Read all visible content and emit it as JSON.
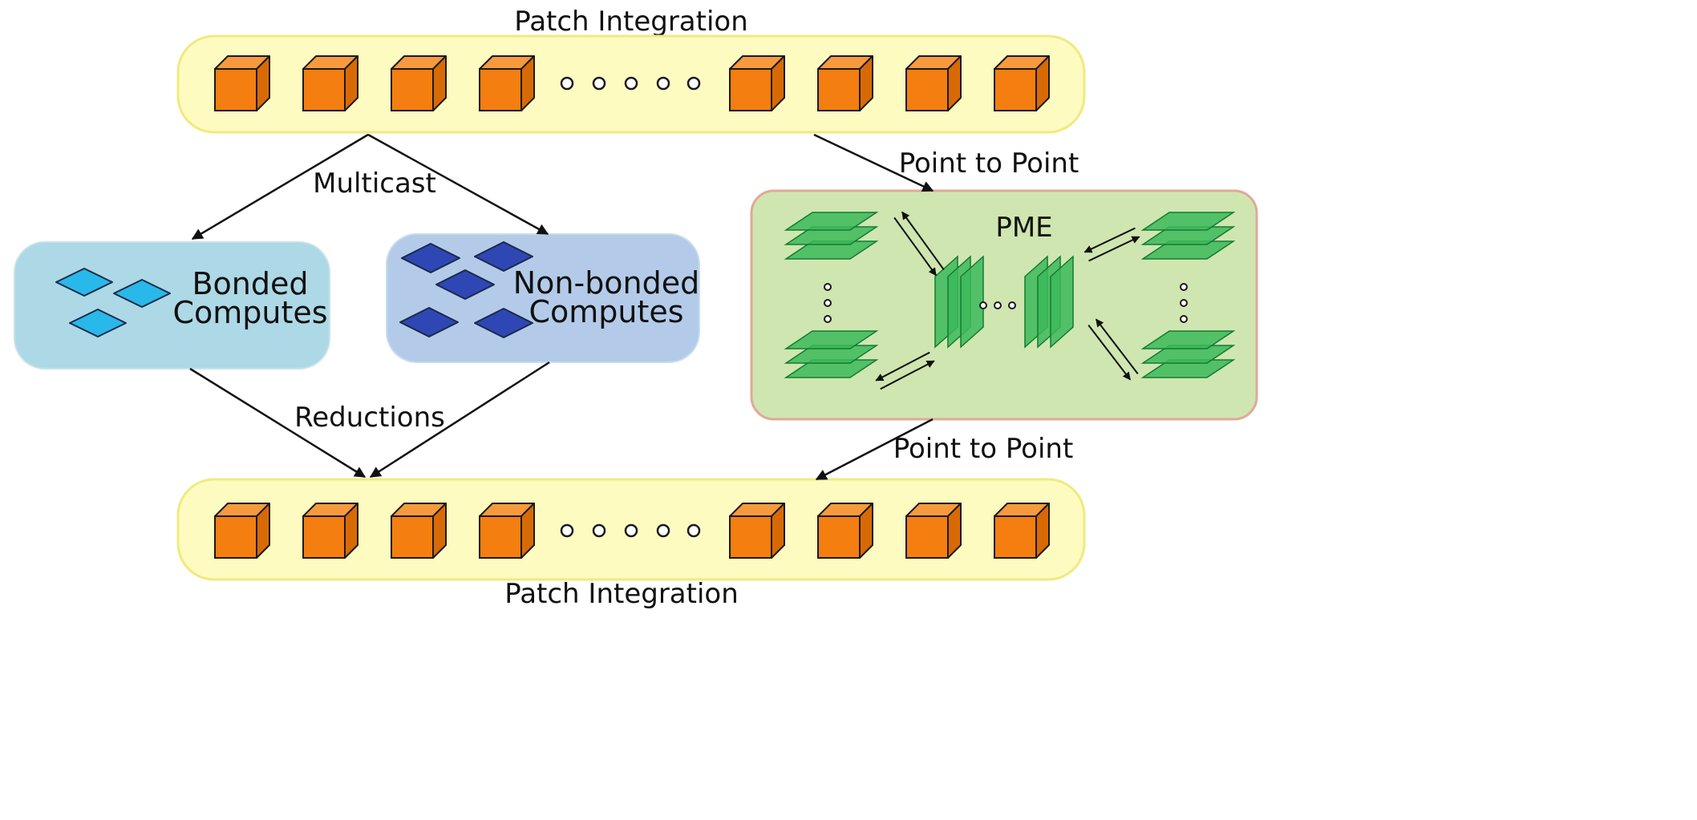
{
  "labels": {
    "patch_integration_top": "Patch Integration",
    "patch_integration_bottom": "Patch Integration",
    "multicast": "Multicast",
    "point_to_point_top": "Point to Point",
    "point_to_point_bottom": "Point to Point",
    "reductions": "Reductions",
    "pme": "PME"
  },
  "boxes": {
    "bonded": {
      "line1": "Bonded",
      "line2": "Computes"
    },
    "nonbonded": {
      "line1": "Non-bonded",
      "line2": "Computes"
    }
  },
  "colors": {
    "patch_fill": "#fdfbc0",
    "patch_stroke": "#f0ea80",
    "cube_front": "#f47e0f",
    "cube_top": "#f79a3d",
    "cube_side": "#d86a05",
    "bonded_fill": "#add8e6",
    "bonded_diamond": "#29b8ea",
    "nonbonded_fill": "#b3cbe9",
    "nonbonded_diamond": "#2f47b4",
    "pme_fill": "#cfe6b0",
    "pme_stroke": "#e0a99a",
    "plane_fill": "#3cb85a",
    "plane_stroke": "#137a33"
  },
  "icons": {
    "patch": "cube-icon",
    "compute": "diamond-icon",
    "grid": "stacked-plane-icon",
    "ellipsis": "circle-dots-icon"
  }
}
